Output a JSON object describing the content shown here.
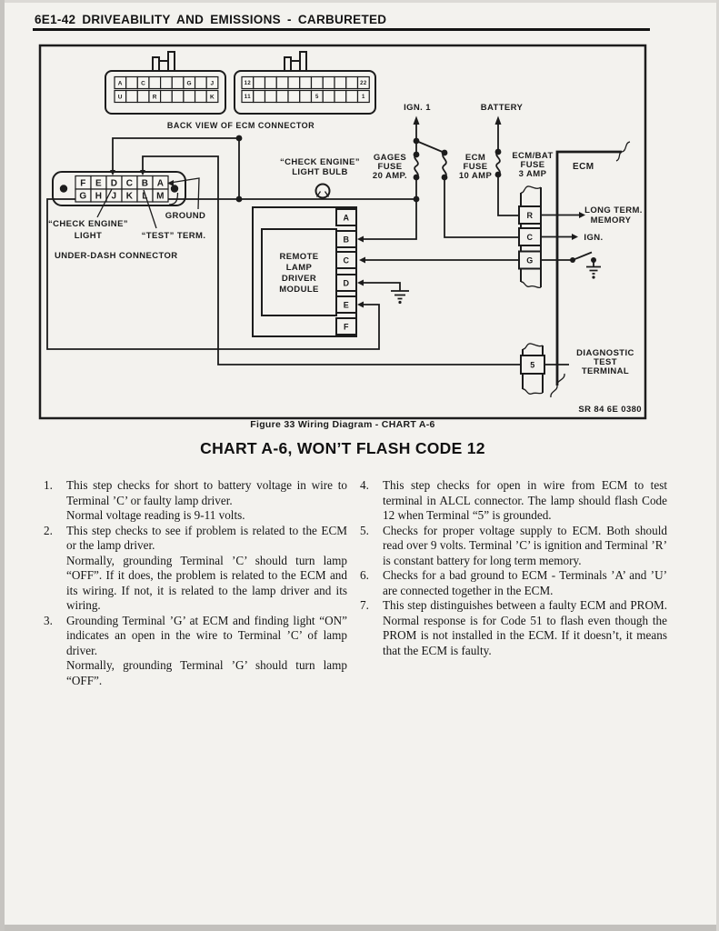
{
  "header": {
    "title": "6E1-42 DRIVEABILITY AND EMISSIONS - CARBURETED"
  },
  "figure": {
    "caption": "Figure 33 Wiring Diagram - CHART A-6"
  },
  "section": {
    "title": "CHART A-6, WON’T FLASH CODE 12"
  },
  "diagram": {
    "back_view_caption": "BACK VIEW OF ECM CONNECTOR",
    "ecm_connector_left": {
      "row1": [
        "A",
        "",
        "C",
        "",
        "",
        "",
        "G",
        "",
        "J"
      ],
      "row2": [
        "U",
        "",
        "",
        "R",
        "",
        "",
        "",
        "",
        "K"
      ]
    },
    "ecm_connector_right": {
      "row1": [
        "12",
        "",
        "",
        "",
        "",
        "",
        "",
        "",
        "",
        "",
        "22"
      ],
      "row2": [
        "11",
        "",
        "",
        "",
        "",
        "",
        "5",
        "",
        "",
        "",
        "1"
      ]
    },
    "under_dash_connector": {
      "row1": [
        "F",
        "E",
        "D",
        "C",
        "B",
        "A"
      ],
      "row2": [
        "G",
        "H",
        "J",
        "K",
        "L",
        "M"
      ],
      "label": "UNDER-DASH CONNECTOR"
    },
    "labels": {
      "ign_1": "IGN. 1",
      "battery": "BATTERY",
      "gages_fuse": [
        "GAGES",
        "FUSE",
        "20 AMP."
      ],
      "ecm_fuse": [
        "ECM",
        "FUSE",
        "10 AMP"
      ],
      "ecm_bat_fuse": [
        "ECM/BAT",
        "FUSE",
        "3 AMP"
      ],
      "ecm": "ECM",
      "check_engine_light_bulb": [
        "“CHECK ENGINE”",
        "LIGHT BULB"
      ],
      "check_engine_light": [
        "“CHECK ENGINE”",
        "LIGHT"
      ],
      "test_term": "“TEST” TERM.",
      "ground": "GROUND",
      "long_term_memory": [
        "LONG TERM.",
        "MEMORY"
      ],
      "ign": "IGN.",
      "diagnostic_test_terminal": [
        "DIAGNOSTIC",
        "TEST",
        "TERMINAL"
      ],
      "ref_code": "SR 84 6E 0380"
    },
    "remote_lamp_driver_module": {
      "label": [
        "REMOTE",
        "LAMP",
        "DRIVER",
        "MODULE"
      ],
      "terminals": [
        "A",
        "B",
        "C",
        "D",
        "E",
        "F"
      ]
    },
    "ecm_terminals": [
      "R",
      "C",
      "G"
    ],
    "diagnostic_terminal": "5",
    "ink_color": "#1c1c1c",
    "paper_color": "#f3f2ee"
  },
  "steps": [
    {
      "num": "1.",
      "paragraphs": [
        "This step checks for short to battery voltage in wire to Terminal ’C’ or faulty lamp driver.",
        "Normal voltage reading is 9-11 volts."
      ]
    },
    {
      "num": "2.",
      "paragraphs": [
        "This step checks to see if problem is related to the ECM or the lamp driver.",
        "Normally, grounding Terminal ’C’ should turn lamp “OFF”. If it does, the problem is related to the ECM and its wiring. If not, it is related to the lamp driver and its wiring."
      ]
    },
    {
      "num": "3.",
      "paragraphs": [
        "Grounding Terminal ’G’ at ECM and finding light “ON” indicates an open in the wire to Terminal ’C’ of lamp driver.",
        "Normally, grounding Terminal ’G’ should turn lamp “OFF”."
      ]
    },
    {
      "num": "4.",
      "paragraphs": [
        "This step checks for open in wire from ECM to test terminal in ALCL connector. The lamp should flash Code 12 when Terminal “5” is grounded."
      ]
    },
    {
      "num": "5.",
      "paragraphs": [
        "Checks for proper voltage supply to ECM. Both should read over 9 volts. Terminal ’C’ is ignition and Terminal ’R’ is constant battery for long term memory."
      ]
    },
    {
      "num": "6.",
      "paragraphs": [
        "Checks for a bad ground to ECM - Terminals ’A’ and ’U’ are connected together in the ECM."
      ]
    },
    {
      "num": "7.",
      "paragraphs": [
        "This step distinguishes between a faulty ECM and PROM. Normal response is for Code 51 to flash even though the PROM is not installed in the ECM. If it doesn’t, it means that the ECM is faulty."
      ]
    }
  ]
}
